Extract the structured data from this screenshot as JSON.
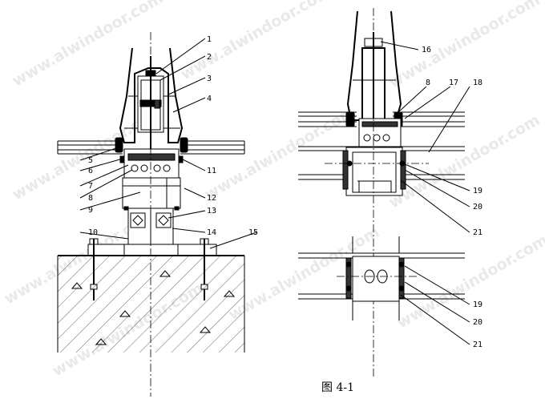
{
  "figure": {
    "caption": "图 4-1"
  },
  "left_callouts": [
    "1",
    "2",
    "3",
    "4",
    "5",
    "6",
    "7",
    "8",
    "9",
    "10",
    "11",
    "12",
    "13",
    "14",
    "15"
  ],
  "right_callouts": [
    "16",
    "8",
    "17",
    "18",
    "19",
    "20",
    "21",
    "19",
    "20",
    "21"
  ],
  "watermark": "www.alwindoor.com"
}
